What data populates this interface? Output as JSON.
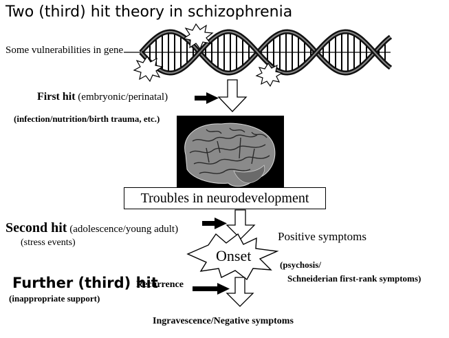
{
  "title": "Two (third)  hit theory in schizophrenia",
  "gene": {
    "label": "Some vulnerabilities in gene"
  },
  "first_hit": {
    "bold": "First hit",
    "detail": " (embryonic/perinatal)",
    "causes": "(infection/nutrition/birth trauma, etc.)"
  },
  "neuro": {
    "label": "Troubles in neurodevelopment"
  },
  "second_hit": {
    "bold": "Second hit",
    "detail": " (adolescence/young adult)",
    "causes": "(stress events)"
  },
  "onset": {
    "label": "Onset"
  },
  "positive": {
    "label": "Positive symptoms",
    "detail_1": "(psychosis/",
    "detail_2": "Schneiderian first-rank symptoms)"
  },
  "further_hit": {
    "label": "Further (third) hit",
    "causes": "(inappropriate support)"
  },
  "recurrence": {
    "label": "Recurrence"
  },
  "outcome": {
    "label": "Ingravescence/Negative symptoms"
  }
}
